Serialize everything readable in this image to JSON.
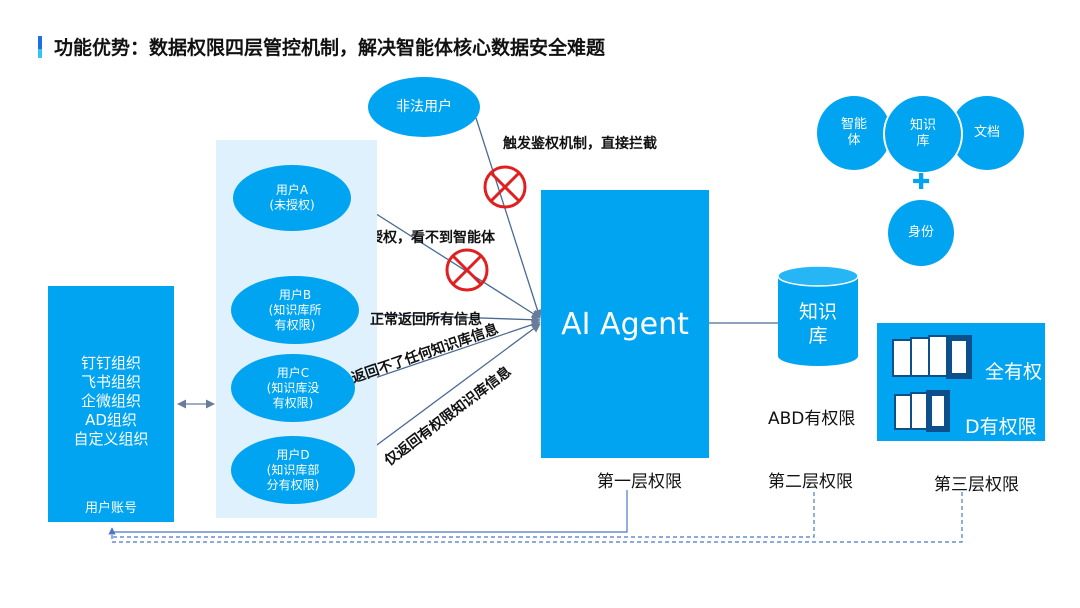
{
  "title": "功能优势：数据权限四层管控机制，解决智能体核心数据安全难题",
  "illegal_user": "非法用户",
  "trigger_label": "触发鉴权机制，直接拦截",
  "unauth_label": "未授权，看不到智能体",
  "users": [
    {
      "name": "用户A",
      "desc1": "(未授权)",
      "desc2": ""
    },
    {
      "name": "用户B",
      "desc1": "(知识库所",
      "desc2": "有权限)"
    },
    {
      "name": "用户C",
      "desc1": "(知识库没",
      "desc2": "有权限)"
    },
    {
      "name": "用户D",
      "desc1": "(知识库部",
      "desc2": "分有权限)"
    }
  ],
  "edge_labels": {
    "b": "正常返回所有信息",
    "c": "返回不了任何知识库信息",
    "d": "仅返回有权限知识库信息"
  },
  "account": {
    "orgs": [
      "钉钉组织",
      "飞书组织",
      "企微组织",
      "AD组织",
      "自定义组织"
    ],
    "label": "用户账号"
  },
  "agent": "AI Agent",
  "kb": {
    "line1": "知识",
    "line2": "库"
  },
  "abd_label": "ABD有权限",
  "auth": {
    "full": "全有权",
    "d": "D有权限"
  },
  "layers": [
    "第一层权限",
    "第二层权限",
    "第三层权限"
  ],
  "identity": {
    "agent1": "智能",
    "agent2": "体",
    "kb1": "知识",
    "kb2": "库",
    "doc": "文档",
    "plus": "✚",
    "id": "身份"
  },
  "colors": {
    "accent": "#00a4f0",
    "panel": "#dff1fd",
    "block": "#e02020"
  }
}
